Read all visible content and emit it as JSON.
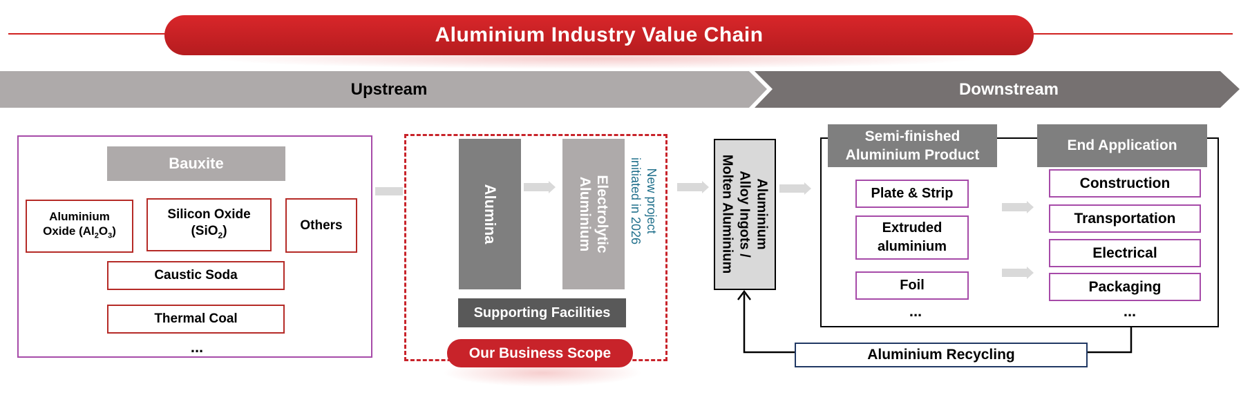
{
  "title": "Aluminium Industry Value Chain",
  "streams": {
    "upstream": "Upstream",
    "downstream": "Downstream"
  },
  "raw_materials": {
    "header": "Bauxite",
    "aluminium_oxide_line1": "Aluminium",
    "aluminium_oxide_line2_prefix": "Oxide (Al",
    "aluminium_oxide_sub1": "2",
    "aluminium_oxide_mid": "O",
    "aluminium_oxide_sub2": "3",
    "aluminium_oxide_suffix": ")",
    "silicon_oxide_line1": "Silicon Oxide",
    "silicon_oxide_line2_prefix": "(SiO",
    "silicon_oxide_sub": "2",
    "silicon_oxide_suffix": ")",
    "others": "Others",
    "caustic_soda": "Caustic Soda",
    "thermal_coal": "Thermal Coal",
    "ellipsis": "..."
  },
  "business_scope": {
    "alumina": "Alumina",
    "electrolytic_line1": "Electrolytic",
    "electrolytic_line2": "Aluminium",
    "note_line1": "New project",
    "note_line2": "initiated in 2026",
    "supporting": "Supporting Facilities",
    "label": "Our Business Scope"
  },
  "ingots": {
    "line1": "Aluminium",
    "line2": "Alloy Ingots /",
    "line3": "Molten Aluminium"
  },
  "semi_finished": {
    "header_line1": "Semi-finished",
    "header_line2": "Aluminium Product",
    "items": [
      "Plate & Strip",
      "Extruded aluminium",
      "Foil"
    ],
    "extruded_line1": "Extruded",
    "extruded_line2": "aluminium",
    "ellipsis": "..."
  },
  "end_application": {
    "header": "End Application",
    "items": [
      "Construction",
      "Transportation",
      "Electrical",
      "Packaging"
    ],
    "ellipsis": "..."
  },
  "recycling": "Aluminium Recycling",
  "colors": {
    "accent_red": "#c8232a",
    "dark_gray": "#767171",
    "light_gray": "#aeaaaa",
    "purple": "#a64aa8",
    "navy": "#203864",
    "teal_note": "#1f6f8b"
  }
}
